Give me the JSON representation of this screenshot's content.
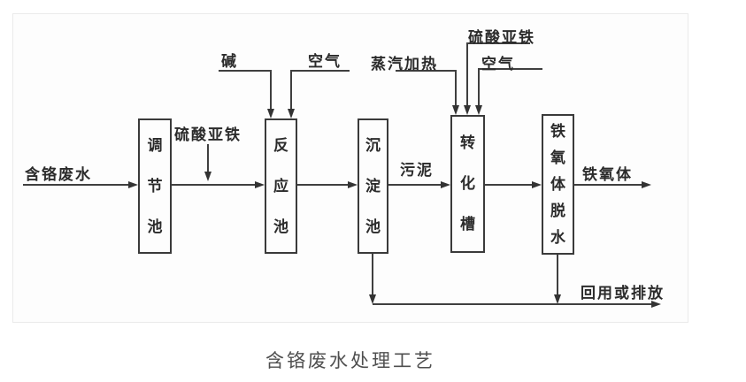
{
  "caption": "含铬废水处理工艺",
  "colors": {
    "ink": "#3a3a3a",
    "caption_text": "#4f4f4f",
    "panel_border": "#eaeaea",
    "background": "#ffffff"
  },
  "diagram": {
    "boxes": {
      "regulating_tank": "调节池",
      "reaction_tank": "反应池",
      "sedimentation_tank": "沉淀池",
      "conversion_tank": "转化槽",
      "ferrite_dewatering": "铁氧体脱水"
    },
    "labels": {
      "influent": "含铬废水",
      "ferrous_sulfate_1": "硫酸亚铁",
      "alkali": "碱",
      "air_1": "空气",
      "steam_heating": "蒸汽加热",
      "ferrous_sulfate_2": "硫酸亚铁",
      "air_2": "空气",
      "sludge": "污泥",
      "ferrite": "铁氧体",
      "reuse_or_discharge": "回用或排放"
    }
  }
}
